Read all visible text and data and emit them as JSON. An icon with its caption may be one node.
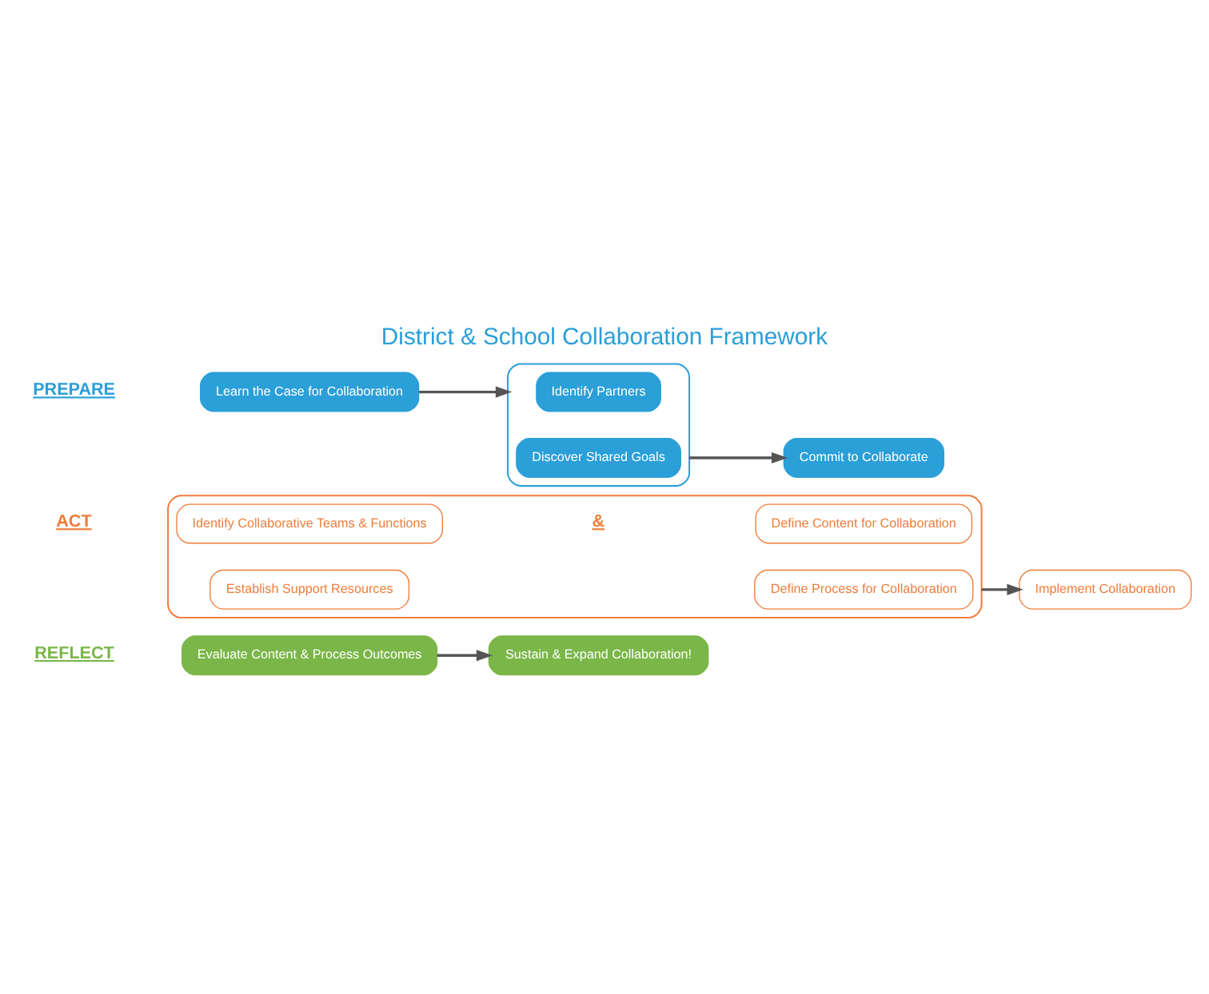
{
  "diagram": {
    "title": "District & School Collaboration Framework",
    "nodes": [
      {
        "text": [
          "Learn the Case for Collaboration"
        ]
      },
      {
        "text": [],
        "shape": "box"
      },
      {
        "text": [
          "Identify Partners"
        ],
        "in": 1
      },
      {
        "text": [
          "Discover Shared Goals"
        ],
        "in": 1
      },
      {
        "text": [
          "Commit to Collaborate"
        ]
      },
      {
        "text": [],
        "shape": "box"
      },
      {
        "text": [
          "Identify Collaborative Teams & Functions"
        ],
        "in": 5
      },
      {
        "text": [
          "Define Content for Collaboration"
        ],
        "in": 5
      },
      {
        "text": [
          "Establish Support Resources"
        ],
        "in": 5
      },
      {
        "text": [
          "Define Process for Collaboration"
        ],
        "in": 5
      },
      {
        "text": [
          "Implement Collaboration"
        ]
      },
      {
        "text": [
          "Evaluate Content & Process Outcomes"
        ]
      },
      {
        "text": [
          "Sustain & Expand Collaboration!"
        ]
      }
    ],
    "edges": [
      {
        "from": 0,
        "to": 1,
        "arrow": "to"
      },
      {
        "from": 1,
        "to": 4,
        "arrow": "to"
      },
      {
        "from": 5,
        "to": 10,
        "arrow": "to"
      },
      {
        "from": 11,
        "to": 12,
        "arrow": "to"
      }
    ],
    "labels": [
      "PREPARE",
      "ACT",
      "REFLECT",
      "&"
    ]
  }
}
